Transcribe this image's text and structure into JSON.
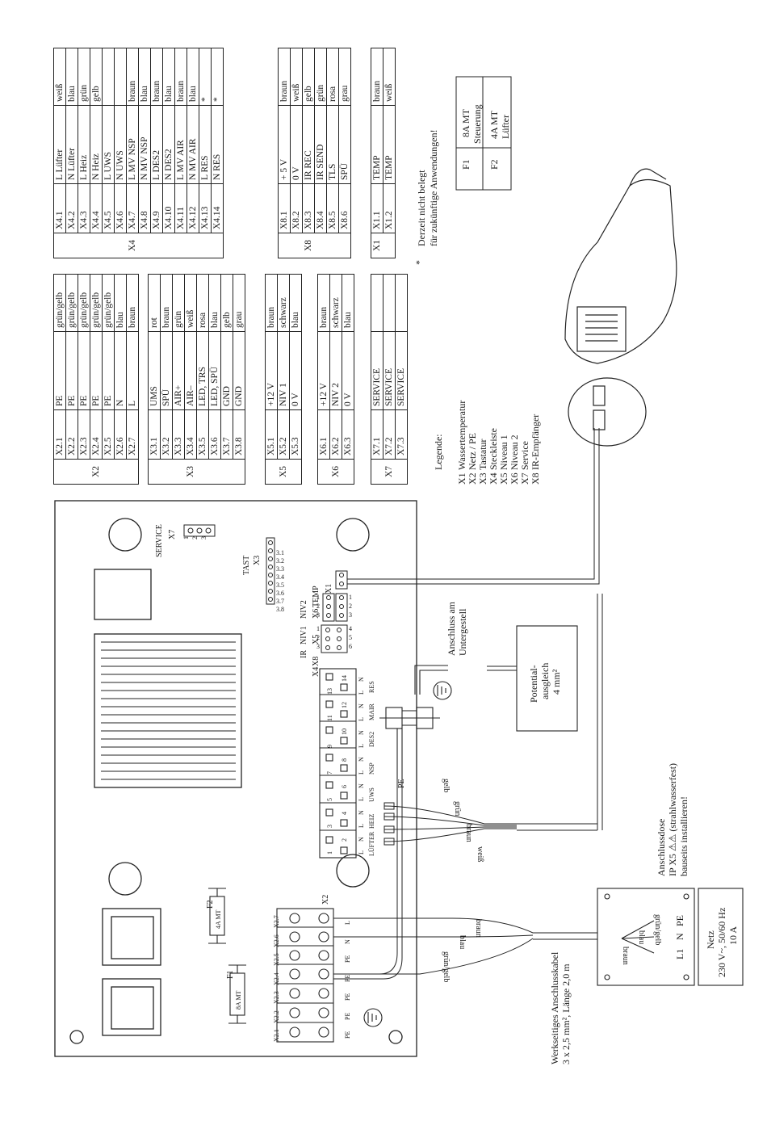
{
  "pin_tables": [
    {
      "group": "X4",
      "rows": [
        [
          "X4.1",
          "L Lüfter",
          "weiß"
        ],
        [
          "X4.2",
          "N Lüfter",
          "blau"
        ],
        [
          "X4.3",
          "L Heiz",
          "grün"
        ],
        [
          "X4.4",
          "N Heiz",
          "gelb"
        ],
        [
          "X4.5",
          "L UWS",
          ""
        ],
        [
          "X4.6",
          "N UWS",
          ""
        ],
        [
          "X4.7",
          "L MV NSP",
          "braun"
        ],
        [
          "X4.8",
          "N MV NSP",
          "blau"
        ],
        [
          "X4.9",
          "L DES2",
          "braun"
        ],
        [
          "X4.10",
          "N DES2",
          "blau"
        ],
        [
          "X4.11",
          "L MV AIR",
          "braun"
        ],
        [
          "X4.12",
          "N MV AIR",
          "blau"
        ],
        [
          "X4.13",
          "L RES",
          "*"
        ],
        [
          "X4.14",
          "N RES",
          "*"
        ]
      ]
    },
    {
      "group": "X8",
      "rows": [
        [
          "X8.1",
          "+ 5 V",
          "braun"
        ],
        [
          "X8.2",
          "0 V",
          "weiß"
        ],
        [
          "X8.3",
          "IR REC",
          "gelb"
        ],
        [
          "X8.4",
          "IR SEND",
          "grün"
        ],
        [
          "X8.5",
          "TLS",
          "rosa"
        ],
        [
          "X8.6",
          "SPÜ",
          "grau"
        ]
      ]
    },
    {
      "group": "X1",
      "rows": [
        [
          "X1.1",
          "TEMP",
          "braun"
        ],
        [
          "X1.2",
          "TEMP",
          "weiß"
        ]
      ]
    },
    {
      "group": "X2",
      "rows": [
        [
          "X2.1",
          "PE",
          "grün/gelb"
        ],
        [
          "X2.2",
          "PE",
          "grün/gelb"
        ],
        [
          "X2.3",
          "PE",
          "grün/gelb"
        ],
        [
          "X2.4",
          "PE",
          "grün/gelb"
        ],
        [
          "X2.5",
          "PE",
          "grün/gelb"
        ],
        [
          "X2.6",
          "N",
          "blau"
        ],
        [
          "X2.7",
          "L",
          "braun"
        ]
      ]
    },
    {
      "group": "X3",
      "rows": [
        [
          "X3.1",
          "UMS",
          "rot"
        ],
        [
          "X3.2",
          "SPÜ",
          "braun"
        ],
        [
          "X3.3",
          "AIR+",
          "grün"
        ],
        [
          "X3.4",
          "AIR–",
          "weiß"
        ],
        [
          "X3.5",
          "LED, TRS",
          "rosa"
        ],
        [
          "X3.6",
          "LED, SPÜ",
          "blau"
        ],
        [
          "X3.7",
          "GND",
          "gelb"
        ],
        [
          "X3.8",
          "GND",
          "grau"
        ]
      ]
    },
    {
      "group": "X5",
      "rows": [
        [
          "X5.1",
          "+12 V",
          "braun"
        ],
        [
          "X5.2",
          "NIV 1",
          "schwarz"
        ],
        [
          "X5.3",
          "0 V",
          "blau"
        ]
      ]
    },
    {
      "group": "X6",
      "rows": [
        [
          "X6.1",
          "+12 V",
          "braun"
        ],
        [
          "X6.2",
          "NIV 2",
          "schwarz"
        ],
        [
          "X6.3",
          "0 V",
          "blau"
        ]
      ]
    },
    {
      "group": "X7",
      "rows": [
        [
          "X7.1",
          "SERVICE",
          ""
        ],
        [
          "X7.2",
          "SERVICE",
          ""
        ],
        [
          "X7.3",
          "SERVICE",
          ""
        ]
      ]
    }
  ],
  "fuses": {
    "rows": [
      [
        "F1",
        "8A MT",
        "Steuerung"
      ],
      [
        "F2",
        "4A MT",
        "Lüfter"
      ]
    ]
  },
  "footnote": {
    "star": "*",
    "line1": "Derzeit nicht belegt",
    "line2": "für zukünftige Anwendungen!"
  },
  "legend": {
    "title": "Legende:",
    "items": [
      [
        "X1",
        "Wassertemperatur"
      ],
      [
        "X2",
        "Netz / PE"
      ],
      [
        "X3",
        "Tastatur"
      ],
      [
        "X4",
        "Steckleiste"
      ],
      [
        "X5",
        "Niveau 1"
      ],
      [
        "X6",
        "Niveau 2"
      ],
      [
        "X7",
        "Service"
      ],
      [
        "X8",
        "IR-Empfänger"
      ]
    ]
  },
  "board": {
    "service": "SERVICE",
    "x7": "X7",
    "x7_pins": [
      "1",
      "2",
      "3"
    ],
    "tast": "TAST",
    "x3": "X3",
    "x3_pins": [
      "3.1",
      "3.2",
      "3.3",
      "3.4",
      "3.5",
      "3.6",
      "3.7",
      "3.8"
    ],
    "x1_labels": [
      "X1",
      "TEMP"
    ],
    "x5_labels": [
      "X5",
      "NIV1"
    ],
    "x6_labels": [
      "X6",
      "NIV2"
    ],
    "x8_labels": [
      "X8",
      "IR"
    ],
    "x4": "X4",
    "x4_functions": [
      "LÜFTER",
      "HEIZ",
      "UWS",
      "NSP",
      "DES2",
      "MAIR",
      "RES"
    ],
    "x4_pins": [
      "1",
      "2",
      "3",
      "4",
      "5",
      "6",
      "7",
      "8",
      "9",
      "10",
      "11",
      "12",
      "13",
      "14"
    ],
    "x4_ln": [
      "L",
      "N",
      "L",
      "N",
      "L",
      "N",
      "L",
      "N",
      "L",
      "N",
      "L",
      "N",
      "L",
      "N"
    ],
    "x2": "X2",
    "x2_cols": [
      "X2.1",
      "X2.2",
      "X2.3",
      "X2.4",
      "X2.5",
      "X2.6",
      "X2.7"
    ],
    "x2_bottom": [
      "PE",
      "PE",
      "PE",
      "PE",
      "PE",
      "N",
      "L"
    ],
    "f1": "F1",
    "f1_value": "8A MT",
    "f2": "F2",
    "f2_value": "4A MT",
    "pe": "PE",
    "x4_wires": [
      "weiß",
      "braun",
      "grün",
      "gelb"
    ],
    "mains_wires": [
      "braun",
      "blau",
      "grün/gelb"
    ],
    "x5_pins": [
      "1",
      "2",
      "3"
    ],
    "x6_pins": [
      "1",
      "2",
      "3"
    ],
    "x8_pins": [
      "1",
      "2",
      "3",
      "4",
      "5",
      "6"
    ]
  },
  "annotations": {
    "anschluss_untergestell": [
      "Anschluss am",
      "Untergestell"
    ],
    "potential": [
      "Potential-",
      "ausgleich",
      "4 mm²"
    ],
    "anschlussdose": [
      "Anschlussdose",
      "IP X5 ⚠⚠ (strahlwasserfest)",
      "bauseits installieren!"
    ],
    "werkseitig": [
      "Werkseitiges Anschlusskabel",
      "3 x 2,5 mm², Länge 2,0 m"
    ],
    "box_wires": [
      "grün/gelb",
      "blau",
      "braun"
    ],
    "box_terms": [
      "L1",
      "N",
      "PE"
    ],
    "netz": [
      "Netz",
      "230 V~, 50/60 Hz",
      "10 A"
    ]
  }
}
